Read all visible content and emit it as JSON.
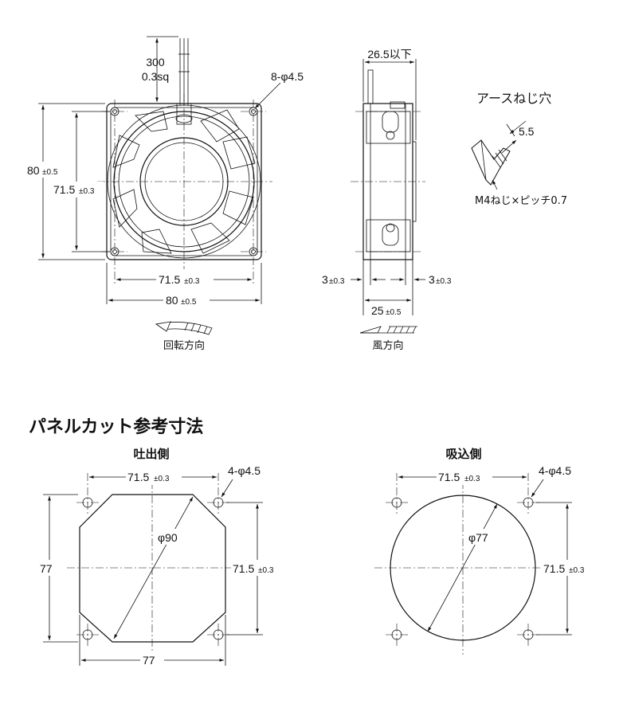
{
  "front_view": {
    "cable_length": "300",
    "cable_size": "0.3sq",
    "holes": "8-φ4.5",
    "height_outer": "80",
    "height_outer_tol": "±0.5",
    "height_pitch": "71.5",
    "height_pitch_tol": "±0.3",
    "width_pitch": "71.5",
    "width_pitch_tol": "±0.3",
    "width_outer": "80",
    "width_outer_tol": "±0.5",
    "rotation_label": "回転方向"
  },
  "side_view": {
    "depth_max": "26.5以下",
    "flange_left": "3",
    "flange_left_tol": "±0.3",
    "flange_right": "3",
    "flange_right_tol": "±0.3",
    "depth": "25",
    "depth_tol": "±0.5",
    "airflow_label": "風方向"
  },
  "ground_screw": {
    "title": "アースねじ穴",
    "depth": "5.5",
    "spec": "M4ねじ×ピッチ0.7"
  },
  "panel_cut": {
    "title": "パネルカット参考寸法",
    "exhaust": {
      "title": "吐出側",
      "pitch_h": "71.5",
      "pitch_h_tol": "±0.3",
      "holes": "4-φ4.5",
      "diameter": "φ90",
      "side_h": "77",
      "pitch_v": "71.5",
      "pitch_v_tol": "±0.3",
      "side_w": "77"
    },
    "intake": {
      "title": "吸込側",
      "pitch_h": "71.5",
      "pitch_h_tol": "±0.3",
      "holes": "4-φ4.5",
      "diameter": "φ77",
      "pitch_v": "71.5",
      "pitch_v_tol": "±0.3"
    }
  }
}
